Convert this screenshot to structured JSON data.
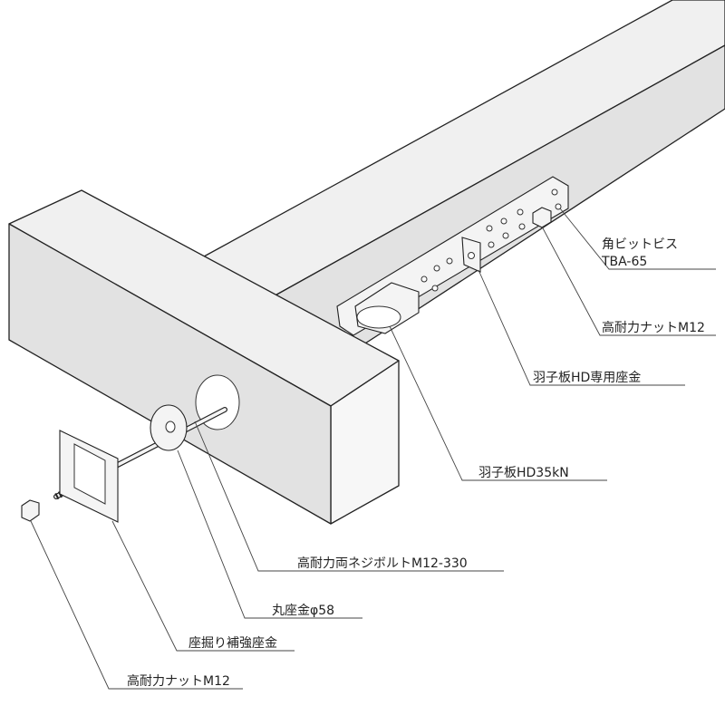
{
  "labels": {
    "screw": [
      "角ビットビス",
      "TBA-65"
    ],
    "nut_top": "高耐力ナットM12",
    "washer_hd": "羽子板HD専用座金",
    "plate": "羽子板HD35kN",
    "bolt": "高耐力両ネジボルトM12-330",
    "round_washer": "丸座金φ58",
    "reinforce_washer": "座掘り補強座金",
    "nut_bottom": "高耐力ナットM12"
  }
}
